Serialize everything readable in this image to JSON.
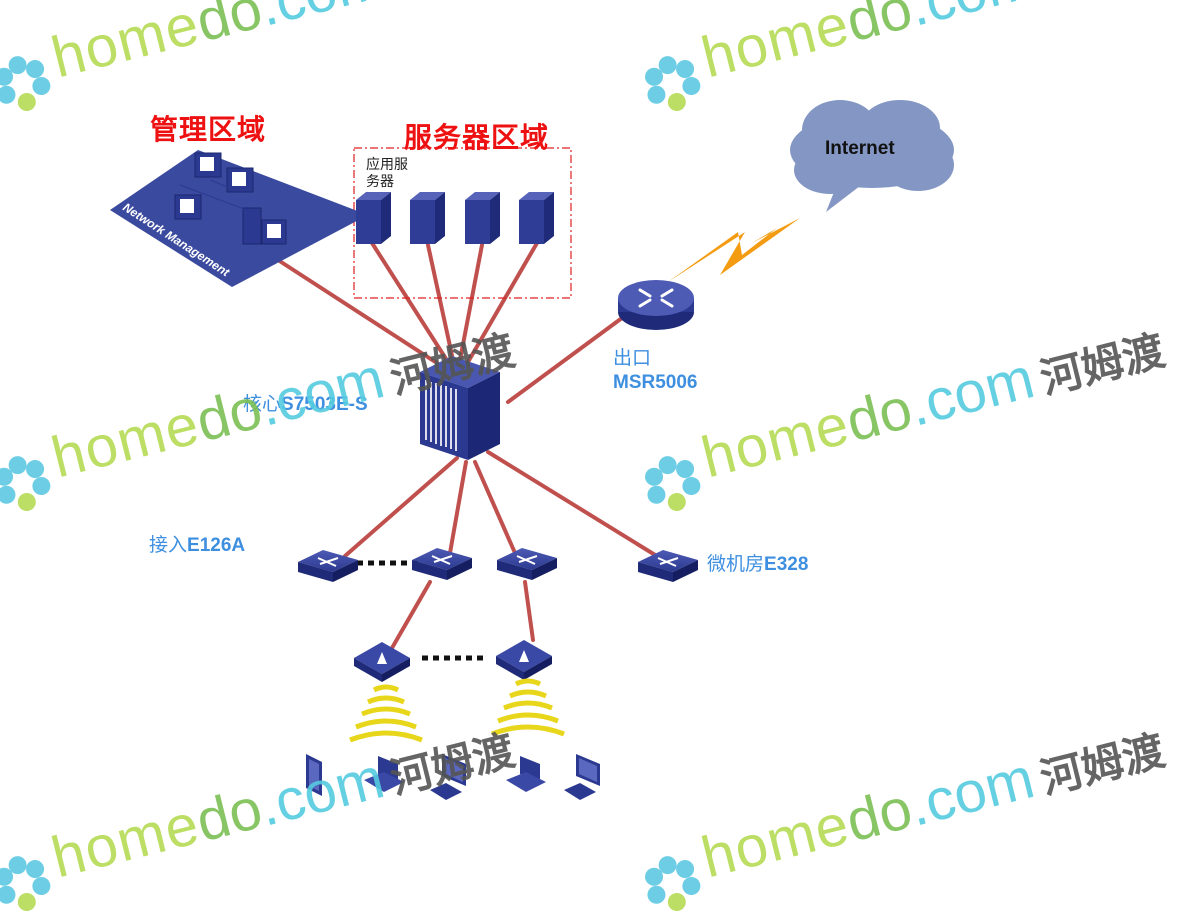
{
  "zones": {
    "management": {
      "title": "管理区域",
      "panel_label": "Network Management"
    },
    "servers": {
      "title": "服务器区域",
      "caption_line1": "应用服",
      "caption_line2": "务器",
      "server_count": 4
    }
  },
  "devices": {
    "core": {
      "label_cn": "核心",
      "label_model": "S7503E-S"
    },
    "egress": {
      "label_cn": "出口",
      "label_model": "MSR5006"
    },
    "access": {
      "label_cn": "接入",
      "label_model": "E126A"
    },
    "micro_room": {
      "label_cn": "微机房",
      "label_model": "E328"
    },
    "internet": {
      "label": "Internet"
    }
  },
  "links": {
    "line_color": "#c0504d",
    "wan_bolt_color": "#f39c12",
    "dotted_color": "#111111"
  },
  "endpoints": [
    "tablet",
    "laptop",
    "desktop",
    "laptop",
    "desktop"
  ],
  "colors": {
    "device_blue": "#2b3990",
    "zone_title_red": "#ee1111",
    "label_blue": "#3e8fe0",
    "cloud_fill": "#8497c4",
    "wifi_yellow": "#e8d61a"
  },
  "watermark": {
    "part1": "home",
    "part2": "do",
    "part3": ".com",
    "part4": "河姆渡"
  }
}
